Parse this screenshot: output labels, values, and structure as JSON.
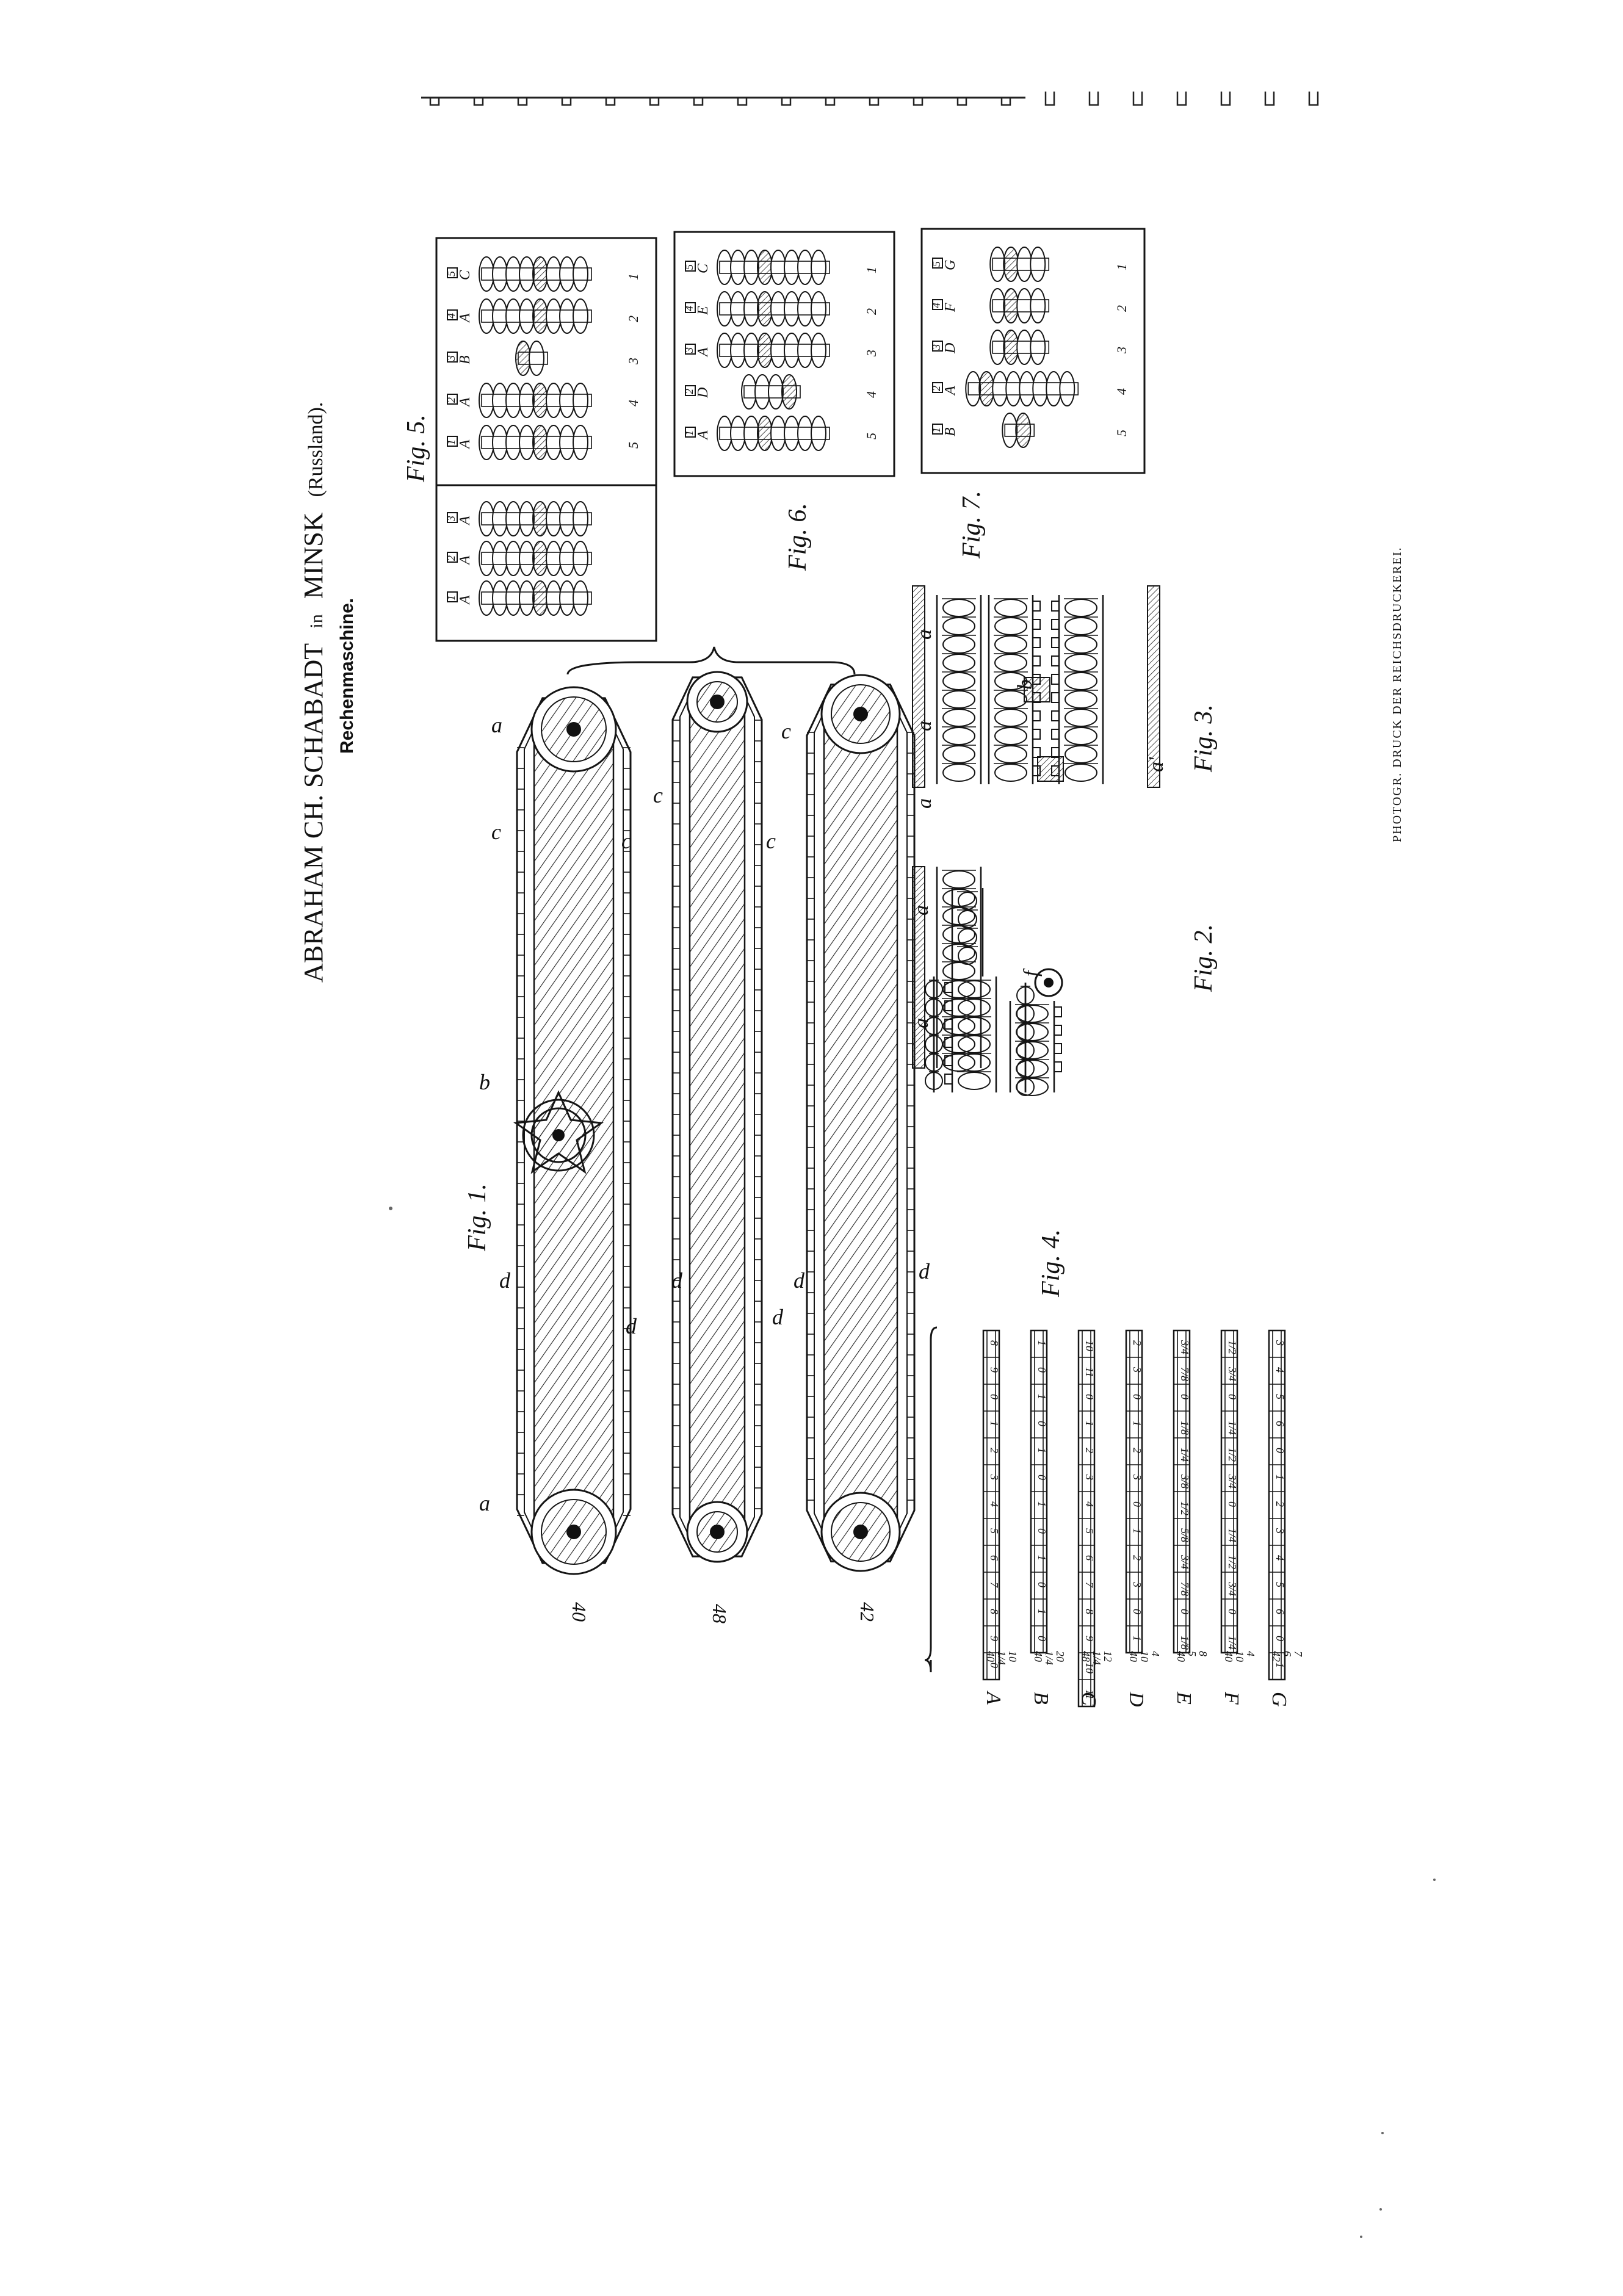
{
  "header": {
    "inventor": "ABRAHAM CH. SCHABADT",
    "in_word": "in",
    "city": "MINSK",
    "country": "(Russland).",
    "subtitle": "Rechenmaschine."
  },
  "printer_note": "PHOTOGR. DRUCK DER REICHSDRUCKEREI.",
  "figures": {
    "fig1": "Fig. 1.",
    "fig2": "Fig. 2.",
    "fig3": "Fig. 3.",
    "fig4": "Fig. 4.",
    "fig5": "Fig. 5.",
    "fig6": "Fig. 6.",
    "fig7": "Fig. 7."
  },
  "fig1": {
    "belt_numbers": [
      "40",
      "48",
      "42"
    ],
    "parts": {
      "a": "a",
      "b": "b",
      "c": "c",
      "d": "d"
    }
  },
  "fig2": {
    "parts": {
      "a": "a",
      "f": "f"
    }
  },
  "fig3": {
    "parts": {
      "a": "a",
      "a1": "a'",
      "b": "b"
    }
  },
  "fig4": {
    "columns": [
      {
        "letter": "A",
        "header": [
          "40",
          "1/4",
          "10"
        ],
        "cells": [
          "0",
          "9",
          "8",
          "7",
          "6",
          "5",
          "4",
          "3",
          "2",
          "1",
          "0",
          "9",
          "8"
        ]
      },
      {
        "letter": "B",
        "header": [
          "40",
          "1/4",
          "20"
        ],
        "cells": [
          "0",
          "1",
          "0",
          "1",
          "0",
          "1",
          "0",
          "1",
          "0",
          "1",
          "0",
          "1"
        ]
      },
      {
        "letter": "C",
        "header": [
          "48",
          "1/4",
          "12"
        ],
        "cells": [
          "11",
          "10",
          "9",
          "8",
          "7",
          "6",
          "5",
          "4",
          "3",
          "2",
          "1",
          "0",
          "11",
          "10"
        ]
      },
      {
        "letter": "D",
        "header": [
          "40",
          "10",
          "4"
        ],
        "cells": [
          "1",
          "0",
          "3",
          "2",
          "1",
          "0",
          "3",
          "2",
          "1",
          "0",
          "3",
          "2"
        ]
      },
      {
        "letter": "E",
        "header": [
          "40",
          "5",
          "8"
        ],
        "cells": [
          "1/8",
          "0",
          "7/8",
          "3/4",
          "5/8",
          "1/2",
          "3/8",
          "1/4",
          "1/8",
          "0",
          "7/8",
          "3/4"
        ]
      },
      {
        "letter": "F",
        "header": [
          "40",
          "10",
          "4"
        ],
        "cells": [
          "1/4",
          "0",
          "3/4",
          "1/2",
          "1/4",
          "0",
          "3/4",
          "1/2",
          "1/4",
          "0",
          "3/4",
          "1/2"
        ]
      },
      {
        "letter": "G",
        "header": [
          "42",
          "6",
          "7"
        ],
        "cells": [
          "1",
          "0",
          "6",
          "5",
          "4",
          "3",
          "2",
          "1",
          "0",
          "6",
          "5",
          "4",
          "3"
        ]
      }
    ]
  },
  "fig5": {
    "left_labels": [
      "A",
      "A",
      "A"
    ],
    "left_boxes": [
      "1",
      "2",
      "3"
    ],
    "right_labels": [
      "A",
      "A",
      "B",
      "A",
      "C"
    ],
    "right_boxes": [
      "1",
      "2",
      "3",
      "4",
      "5"
    ],
    "right_numbers": [
      "5",
      "4",
      "3",
      "2",
      "1"
    ]
  },
  "fig6": {
    "labels": [
      "A",
      "D",
      "A",
      "E",
      "C"
    ],
    "boxes": [
      "1",
      "2",
      "3",
      "4",
      "5"
    ],
    "numbers": [
      "5",
      "4",
      "3",
      "2",
      "1"
    ]
  },
  "fig7": {
    "labels": [
      "B",
      "A",
      "D",
      "F",
      "G"
    ],
    "boxes": [
      "1",
      "2",
      "3",
      "4",
      "5"
    ],
    "numbers": [
      "5",
      "4",
      "3",
      "2",
      "1"
    ]
  }
}
